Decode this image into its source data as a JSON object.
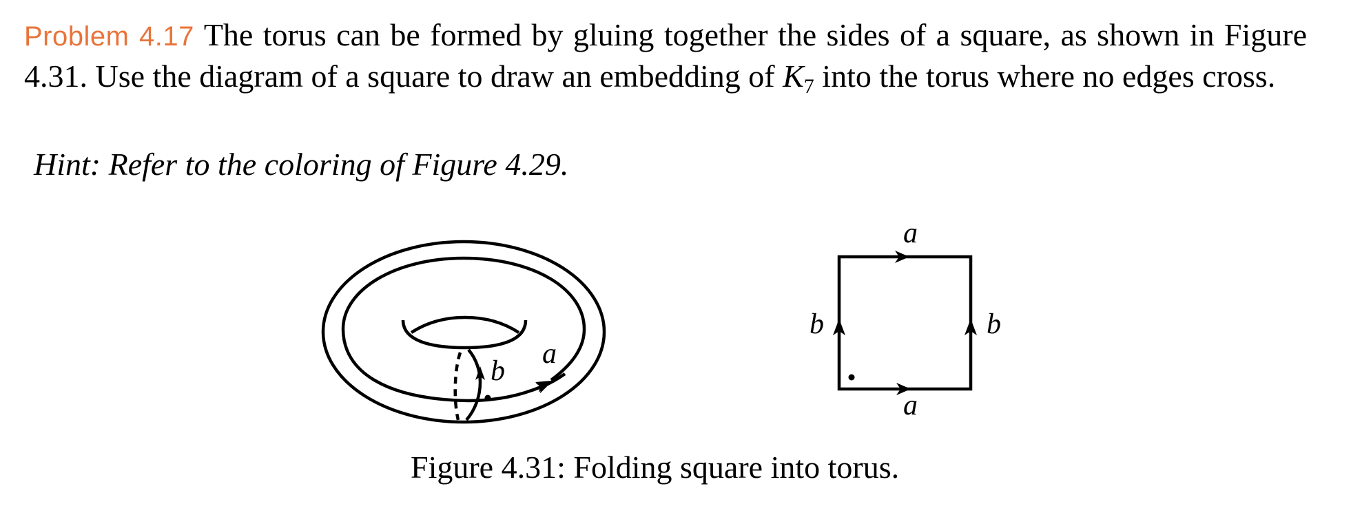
{
  "problem": {
    "label": "Problem 4.17",
    "text_before_math": "The torus can be formed by gluing together the sides of a square, as shown in Figure 4.31.  Use the diagram of a square to draw an embedding of ",
    "math_var": "K",
    "math_sub": "7",
    "text_after_math": " into the torus where no edges cross.",
    "accent_color": "#E8743B"
  },
  "hint": "Hint: Refer to the coloring of Figure 4.29.",
  "figure": {
    "torus": {
      "label_a": "a",
      "label_b": "b"
    },
    "square": {
      "top_label": "a",
      "bottom_label": "a",
      "left_label": "b",
      "right_label": "b"
    },
    "caption": "Figure 4.31: Folding square into torus."
  }
}
